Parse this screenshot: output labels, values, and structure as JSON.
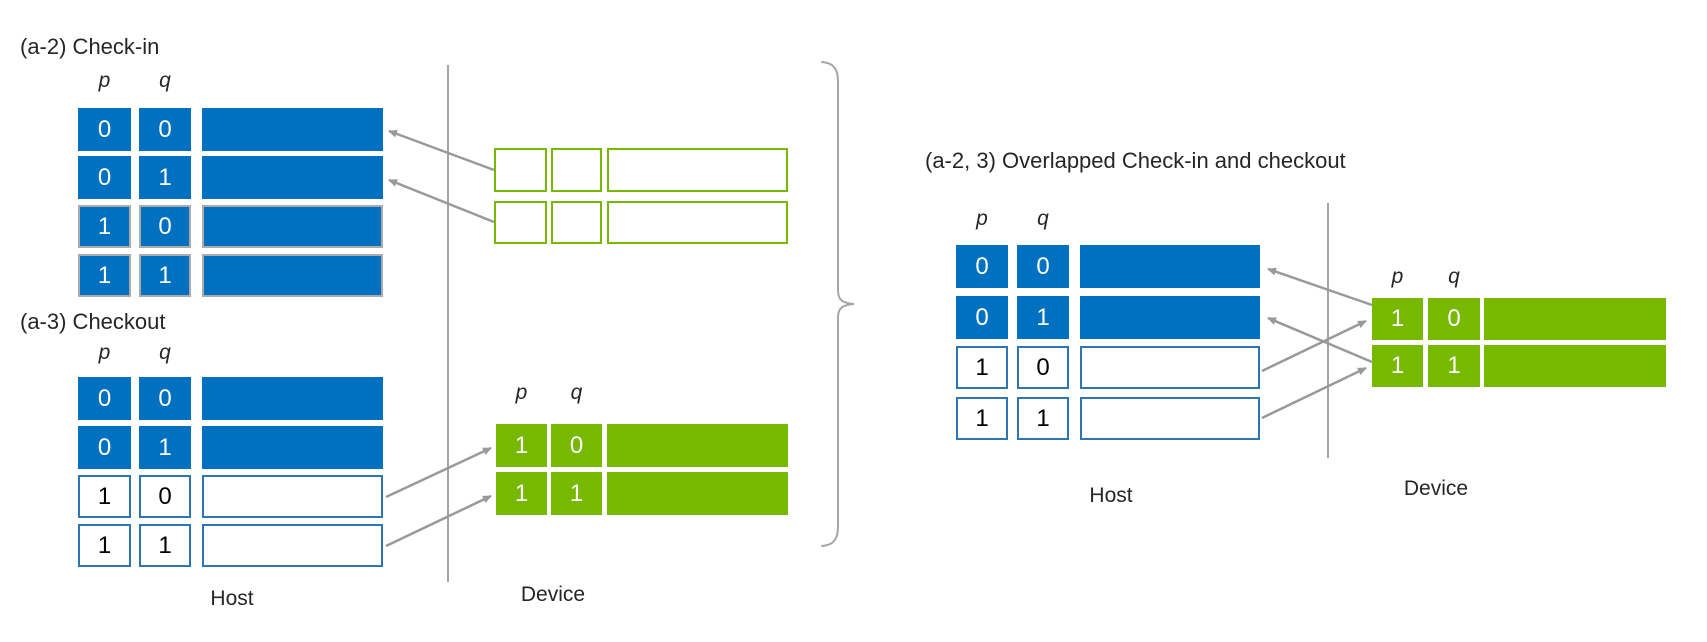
{
  "left_figure": {
    "checkin": {
      "title": "(a-2) Check-in",
      "p_label": "p",
      "q_label": "q",
      "rows": [
        {
          "p": "0",
          "q": "0",
          "state": "checked-in"
        },
        {
          "p": "0",
          "q": "1",
          "state": "checked-in"
        },
        {
          "p": "1",
          "q": "0",
          "state": "host-resident"
        },
        {
          "p": "1",
          "q": "1",
          "state": "host-resident"
        }
      ]
    },
    "checkout": {
      "title": "(a-3) Checkout",
      "p_label": "p",
      "q_label": "q",
      "rows": [
        {
          "p": "0",
          "q": "0",
          "state": "host-resident"
        },
        {
          "p": "0",
          "q": "1",
          "state": "host-resident"
        },
        {
          "p": "1",
          "q": "0",
          "state": "checked-out"
        },
        {
          "p": "1",
          "q": "1",
          "state": "checked-out"
        }
      ]
    },
    "device_checkin_buffers": {
      "row_count": 2,
      "style": "green-outline-empty"
    },
    "device_checkout": {
      "p_label": "p",
      "q_label": "q",
      "rows": [
        {
          "p": "1",
          "q": "0"
        },
        {
          "p": "1",
          "q": "1"
        }
      ]
    },
    "host_label": "Host",
    "device_label": "Device"
  },
  "right_figure": {
    "title": "(a-2, 3) Overlapped Check-in and checkout",
    "host": {
      "p_label": "p",
      "q_label": "q",
      "rows": [
        {
          "p": "0",
          "q": "0",
          "state": "checked-in"
        },
        {
          "p": "0",
          "q": "1",
          "state": "checked-in"
        },
        {
          "p": "1",
          "q": "0",
          "state": "checked-out"
        },
        {
          "p": "1",
          "q": "1",
          "state": "checked-out"
        }
      ]
    },
    "device": {
      "p_label": "p",
      "q_label": "q",
      "rows": [
        {
          "p": "1",
          "q": "0"
        },
        {
          "p": "1",
          "q": "1"
        }
      ]
    },
    "host_label": "Host",
    "device_label": "Device"
  },
  "arrows": {
    "left_figure": [
      {
        "from": "device-buffer-row-0",
        "to": "host-bar-p0q0",
        "direction": "device-to-host"
      },
      {
        "from": "device-buffer-row-1",
        "to": "host-bar-p0q1",
        "direction": "device-to-host"
      },
      {
        "from": "host-bar-p1q0",
        "to": "device-row-p1q0",
        "direction": "host-to-device"
      },
      {
        "from": "host-bar-p1q1",
        "to": "device-row-p1q1",
        "direction": "host-to-device"
      }
    ],
    "right_figure": [
      {
        "from": "device-row-p1q0",
        "to": "host-bar-p0q0",
        "direction": "device-to-host"
      },
      {
        "from": "device-row-p1q1",
        "to": "host-bar-p0q1",
        "direction": "device-to-host"
      },
      {
        "from": "host-bar-p1q0",
        "to": "device-row-p1q0",
        "direction": "host-to-device"
      },
      {
        "from": "host-bar-p1q1",
        "to": "device-row-p1q1",
        "direction": "host-to-device"
      }
    ]
  },
  "colors": {
    "blue_fill": "#0070C0",
    "green_fill": "#76B900",
    "green_outline": "#76B900",
    "gray_cell_border": "#ABABAB",
    "blue_cell_border": "#2E75B6",
    "arrow_gray": "#999999",
    "divider_gray": "#8C8C8C",
    "brace_gray": "#A6A6A6"
  }
}
